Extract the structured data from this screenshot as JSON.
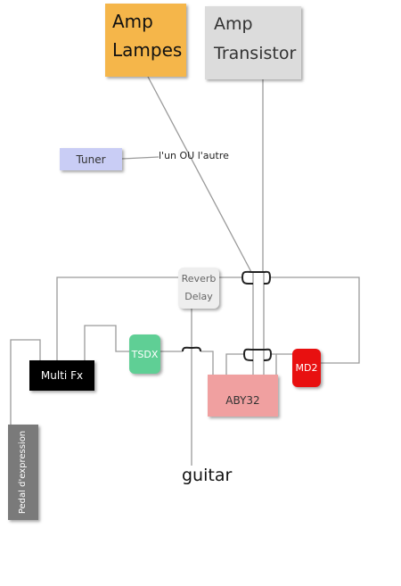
{
  "boxes": {
    "amp_lampes": {
      "line1": "Amp",
      "line2": "Lampes",
      "color": "#f5b64a"
    },
    "amp_transistor": {
      "line1": "Amp",
      "line2": "Transistor",
      "color": "#dcdcdc"
    },
    "tuner": {
      "label": "Tuner",
      "color": "#c9cdf5"
    },
    "reverb_delay": {
      "line1": "Reverb",
      "line2": "Delay",
      "color": "#eeeeee"
    },
    "tsdx": {
      "label": "TSDX",
      "color": "#5fcf95"
    },
    "md2": {
      "label": "MD2",
      "color": "#e81010"
    },
    "multi_fx": {
      "label": "Multi Fx",
      "color": "#000000"
    },
    "aby32": {
      "label": "ABY32",
      "color": "#f0a0a0"
    },
    "pedal_expression": {
      "label": "Pedal d'expression",
      "color": "#7a7a7a"
    }
  },
  "annotations": {
    "lun_ou_lautre": "l'un OU l'autre",
    "guitar": "guitar"
  },
  "colors": {
    "wire": "#9a9a9a",
    "wire_dark": "#222222"
  }
}
